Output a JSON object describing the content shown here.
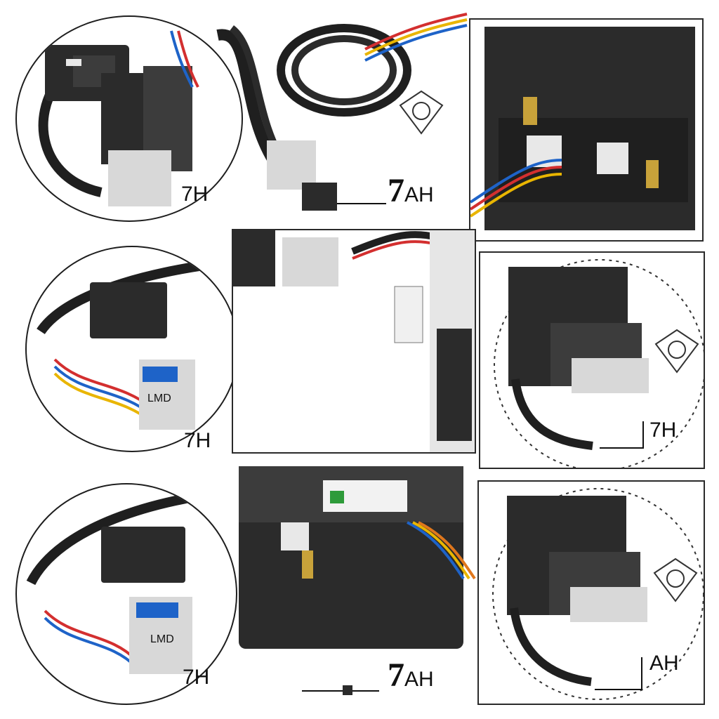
{
  "labels": {
    "top_left": "7H",
    "top_center_big": "7",
    "top_center_small": "AH",
    "mid_left": "7H",
    "mid_right": "7H",
    "bottom_left": "7H",
    "bottom_center_big": "7",
    "bottom_center_small": "AH",
    "bottom_right": "AH"
  },
  "part_texts": {
    "module_sticker_top": "LMD",
    "module_sticker_bottom": "LMD"
  },
  "colors": {
    "housing": "#2b2b2b",
    "housing_light": "#3c3c3c",
    "metal": "#d8d8d8",
    "cable": "#1f1f1f",
    "wire_red": "#d32f2f",
    "wire_blue": "#1e63c8",
    "wire_yellow": "#e9b500",
    "wire_green": "#2e9b3a",
    "wire_orange": "#e0771c",
    "brass": "#c8a23a"
  }
}
